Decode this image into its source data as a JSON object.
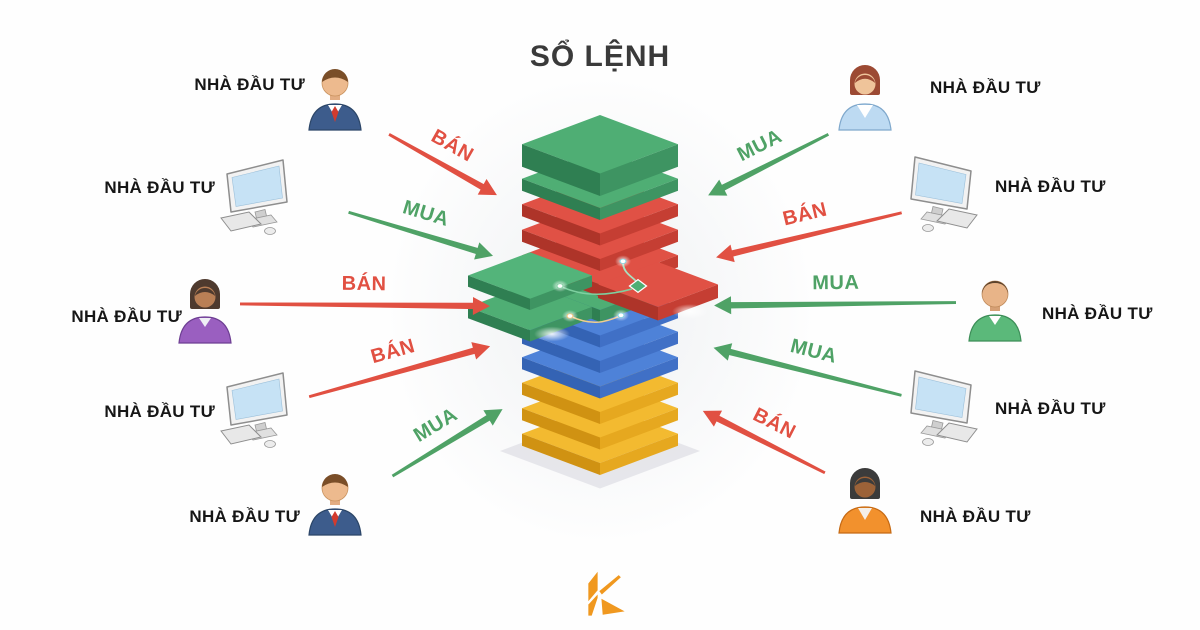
{
  "title": "SỔ LỆNH",
  "legend": {
    "buy": "MUA",
    "sell": "BÁN"
  },
  "investors": [
    {
      "position": "top-left",
      "label": "NHÀ ĐẦU TƯ",
      "icon": "businessman"
    },
    {
      "position": "upper-left",
      "label": "NHÀ ĐẦU TƯ",
      "icon": "computer"
    },
    {
      "position": "middle-left",
      "label": "NHÀ ĐẦU TƯ",
      "icon": "woman-purple"
    },
    {
      "position": "lower-left",
      "label": "NHÀ ĐẦU TƯ",
      "icon": "computer"
    },
    {
      "position": "bottom-left",
      "label": "NHÀ ĐẦU TƯ",
      "icon": "businessman"
    },
    {
      "position": "top-right",
      "label": "NHÀ ĐẦU TƯ",
      "icon": "woman-blue"
    },
    {
      "position": "upper-right",
      "label": "NHÀ ĐẦU TƯ",
      "icon": "computer"
    },
    {
      "position": "middle-right",
      "label": "NHÀ ĐẦU TƯ",
      "icon": "man-green"
    },
    {
      "position": "lower-right",
      "label": "NHÀ ĐẦU TƯ",
      "icon": "computer"
    },
    {
      "position": "bottom-right",
      "label": "NHÀ ĐẦU TƯ",
      "icon": "woman-orange"
    }
  ],
  "arrows": [
    {
      "side": "left",
      "slot": 1,
      "label": "BÁN",
      "type": "sell"
    },
    {
      "side": "left",
      "slot": 2,
      "label": "MUA",
      "type": "buy"
    },
    {
      "side": "left",
      "slot": 3,
      "label": "BÁN",
      "type": "sell"
    },
    {
      "side": "left",
      "slot": 4,
      "label": "BÁN",
      "type": "sell"
    },
    {
      "side": "left",
      "slot": 5,
      "label": "MUA",
      "type": "buy"
    },
    {
      "side": "right",
      "slot": 1,
      "label": "MUA",
      "type": "buy"
    },
    {
      "side": "right",
      "slot": 2,
      "label": "BÁN",
      "type": "sell"
    },
    {
      "side": "right",
      "slot": 3,
      "label": "MUA",
      "type": "buy"
    },
    {
      "side": "right",
      "slot": 4,
      "label": "MUA",
      "type": "buy"
    },
    {
      "side": "right",
      "slot": 5,
      "label": "BÁN",
      "type": "sell"
    }
  ],
  "stack": {
    "layers": [
      "green",
      "green",
      "red",
      "red",
      "red",
      "green",
      "blue",
      "blue",
      "blue",
      "yellow",
      "yellow",
      "yellow"
    ],
    "palette": {
      "green": {
        "top": "#4FAE74",
        "left": "#2F7F52",
        "right": "#3E9462"
      },
      "red": {
        "top": "#E05145",
        "left": "#AE3429",
        "right": "#C53E33"
      },
      "blue": {
        "top": "#4E82D8",
        "left": "#3463B4",
        "right": "#4070C6"
      },
      "yellow": {
        "top": "#F3BA30",
        "left": "#D09212",
        "right": "#E6A81F"
      }
    }
  },
  "colors": {
    "sell_red": "#E15042",
    "buy_green": "#4FA266",
    "logo_orange": "#F0981F",
    "title_gray": "#3A3A3A"
  }
}
